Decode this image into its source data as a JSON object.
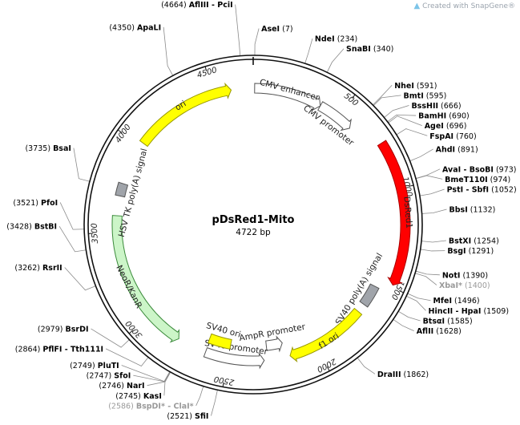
{
  "header": {
    "brand_text": "Created with SnapGene®",
    "brand_icon": "snapgene-logo-icon"
  },
  "plasmid": {
    "name": "pDsRed1-Mito",
    "size_label": "4722 bp",
    "length": 4722
  },
  "ticks": [
    {
      "pos": 500,
      "label": "500"
    },
    {
      "pos": 1000,
      "label": "1000"
    },
    {
      "pos": 1500,
      "label": "1500"
    },
    {
      "pos": 2000,
      "label": "2000"
    },
    {
      "pos": 2500,
      "label": "2500"
    },
    {
      "pos": 3000,
      "label": "3000"
    },
    {
      "pos": 3500,
      "label": "3500"
    },
    {
      "pos": 4000,
      "label": "4000"
    },
    {
      "pos": 4500,
      "label": "4500"
    }
  ],
  "features": [
    {
      "name": "CMV enhancer",
      "start": 8,
      "end": 387,
      "strand": 1,
      "kind": "arrow",
      "fill": "#ffffff",
      "stroke": "#555555",
      "lane": 1
    },
    {
      "name": "CMV promoter",
      "start": 387,
      "end": 591,
      "strand": 1,
      "kind": "arrow",
      "fill": "#ffffff",
      "stroke": "#555555",
      "lane": 1
    },
    {
      "name": "DsRed1",
      "start": 756,
      "end": 1488,
      "strand": 1,
      "kind": "arrow",
      "fill": "#ff0000",
      "stroke": "#aa0000",
      "lane": 0
    },
    {
      "name": "SV40 poly(A) signal",
      "start": 1533,
      "end": 1650,
      "strand": 0,
      "kind": "box",
      "fill": "#a0a4aa",
      "stroke": "#555555",
      "lane": 1
    },
    {
      "name": "f1 ori",
      "start": 1700,
      "end": 2155,
      "strand": 1,
      "kind": "arrow",
      "fill": "#ffff00",
      "stroke": "#999900",
      "lane": 1
    },
    {
      "name": "AmpR promoter",
      "start": 2180,
      "end": 2280,
      "strand": -1,
      "kind": "arrow",
      "fill": "#ffffff",
      "stroke": "#555555",
      "lane": 2
    },
    {
      "name": "SV40 promoter",
      "start": 2300,
      "end": 2630,
      "strand": -1,
      "kind": "arrow",
      "fill": "#ffffff",
      "stroke": "#555555",
      "lane": 1
    },
    {
      "name": "SV40 ori",
      "start": 2500,
      "end": 2635,
      "strand": 0,
      "kind": "box",
      "fill": "#ffff00",
      "stroke": "#999900",
      "lane": 2
    },
    {
      "name": "NeoR/KanR",
      "start": 2795,
      "end": 3590,
      "strand": -1,
      "kind": "arrow",
      "fill": "#ccf5c8",
      "stroke": "#3a8a3a",
      "lane": 1
    },
    {
      "name": "HSV TK poly(A) signal",
      "start": 3700,
      "end": 3770,
      "strand": 0,
      "kind": "box",
      "fill": "#a0a4aa",
      "stroke": "#555555",
      "lane": 1
    },
    {
      "name": "ori",
      "start": 4020,
      "end": 4600,
      "strand": 1,
      "kind": "arrow",
      "fill": "#ffff00",
      "stroke": "#999900",
      "lane": 1
    }
  ],
  "sites": [
    {
      "name": "AseI",
      "pos_label": "(7)",
      "pos": 7,
      "side": "right"
    },
    {
      "name": "AflIII - PciI",
      "pos_label": "(4664)",
      "pos": 4664,
      "side": "left"
    },
    {
      "name": "NdeI",
      "pos_label": "(234)",
      "pos": 234,
      "side": "right"
    },
    {
      "name": "SnaBI",
      "pos_label": "(340)",
      "pos": 340,
      "side": "right"
    },
    {
      "name": "NheI",
      "pos_label": "(591)",
      "pos": 591,
      "side": "right"
    },
    {
      "name": "BmtI",
      "pos_label": "(595)",
      "pos": 595,
      "side": "right"
    },
    {
      "name": "BssHII",
      "pos_label": "(666)",
      "pos": 666,
      "side": "right"
    },
    {
      "name": "BamHI",
      "pos_label": "(690)",
      "pos": 690,
      "side": "right"
    },
    {
      "name": "AgeI",
      "pos_label": "(696)",
      "pos": 696,
      "side": "right"
    },
    {
      "name": "FspAI",
      "pos_label": "(760)",
      "pos": 760,
      "side": "right"
    },
    {
      "name": "AhdI",
      "pos_label": "(891)",
      "pos": 891,
      "side": "right"
    },
    {
      "name": "AvaI - BsoBI",
      "pos_label": "(973)",
      "pos": 973,
      "side": "right"
    },
    {
      "name": "BmeT110I",
      "pos_label": "(974)",
      "pos": 974,
      "side": "right"
    },
    {
      "name": "PstI - SbfI",
      "pos_label": "(1052)",
      "pos": 1052,
      "side": "right"
    },
    {
      "name": "BbsI",
      "pos_label": "(1132)",
      "pos": 1132,
      "side": "right"
    },
    {
      "name": "BstXI",
      "pos_label": "(1254)",
      "pos": 1254,
      "side": "right"
    },
    {
      "name": "BsgI",
      "pos_label": "(1291)",
      "pos": 1291,
      "side": "right"
    },
    {
      "name": "NotI",
      "pos_label": "(1390)",
      "pos": 1390,
      "side": "right"
    },
    {
      "name": "XbaI*",
      "pos_label": "(1400)",
      "pos": 1400,
      "side": "right",
      "muted": true
    },
    {
      "name": "MfeI",
      "pos_label": "(1496)",
      "pos": 1496,
      "side": "right"
    },
    {
      "name": "HincII - HpaI",
      "pos_label": "(1509)",
      "pos": 1509,
      "side": "right"
    },
    {
      "name": "BtsαI",
      "pos_label": "(1585)",
      "pos": 1585,
      "side": "right"
    },
    {
      "name": "AflII",
      "pos_label": "(1628)",
      "pos": 1628,
      "side": "right"
    },
    {
      "name": "DraIII",
      "pos_label": "(1862)",
      "pos": 1862,
      "side": "right"
    },
    {
      "name": "SfiI",
      "pos_label": "(2521)",
      "pos": 2521,
      "side": "right"
    },
    {
      "name": "BspDI* - ClaI*",
      "pos_label": "(2586)",
      "pos": 2586,
      "side": "left",
      "muted": true
    },
    {
      "name": "KasI",
      "pos_label": "(2745)",
      "pos": 2745,
      "side": "left"
    },
    {
      "name": "NarI",
      "pos_label": "(2746)",
      "pos": 2746,
      "side": "left"
    },
    {
      "name": "SfoI",
      "pos_label": "(2747)",
      "pos": 2747,
      "side": "left"
    },
    {
      "name": "PluTI",
      "pos_label": "(2749)",
      "pos": 2749,
      "side": "left"
    },
    {
      "name": "PflFI - Tth111I",
      "pos_label": "(2864)",
      "pos": 2864,
      "side": "left"
    },
    {
      "name": "BsrDI",
      "pos_label": "(2979)",
      "pos": 2979,
      "side": "left"
    },
    {
      "name": "RsrII",
      "pos_label": "(3262)",
      "pos": 3262,
      "side": "left"
    },
    {
      "name": "BstBI",
      "pos_label": "(3428)",
      "pos": 3428,
      "side": "left"
    },
    {
      "name": "PfoI",
      "pos_label": "(3521)",
      "pos": 3521,
      "side": "left"
    },
    {
      "name": "BsaI",
      "pos_label": "(3735)",
      "pos": 3735,
      "side": "left"
    },
    {
      "name": "ApaLI",
      "pos_label": "(4350)",
      "pos": 4350,
      "side": "left"
    }
  ]
}
